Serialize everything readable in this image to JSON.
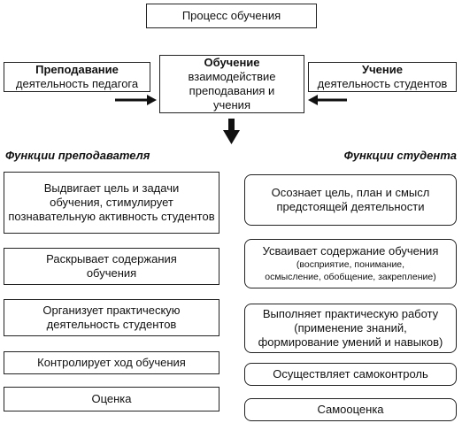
{
  "top": {
    "title": "Процесс обучения"
  },
  "teaching": {
    "title": "Преподавание",
    "subtitle": "деятельность педагога"
  },
  "learning_core": {
    "title": "Обучение",
    "line1": "взаимодействие",
    "line2": "преподавания и",
    "line3": "учения"
  },
  "study": {
    "title": "Учение",
    "subtitle": "деятельность студентов"
  },
  "left_heading": "Функции преподавателя",
  "right_heading": "Функции студента",
  "teacher_functions": [
    {
      "line1": "Выдвигает цель и задачи",
      "line2": "обучения, стимулирует",
      "line3": "познавательную активность студентов"
    },
    {
      "line1": "Раскрывает содержания",
      "line2": "обучения"
    },
    {
      "line1": "Организует практическую",
      "line2": "деятельность студентов"
    },
    {
      "line1": "Контролирует ход обучения"
    },
    {
      "line1": "Оценка"
    }
  ],
  "student_functions": [
    {
      "line1": "Осознает цель, план и смысл",
      "line2": "предстоящей деятельности"
    },
    {
      "line1": "Усваивает содержание обучения",
      "small1": "(восприятие, понимание,",
      "small2": "осмысление, обобщение, закрепление)"
    },
    {
      "line1": "Выполняет практическую работу",
      "line2": "(применение знаний,",
      "line3": "формирование умений и навыков)"
    },
    {
      "line1": "Осуществляет самоконтроль"
    },
    {
      "line1": "Самооценка"
    }
  ]
}
